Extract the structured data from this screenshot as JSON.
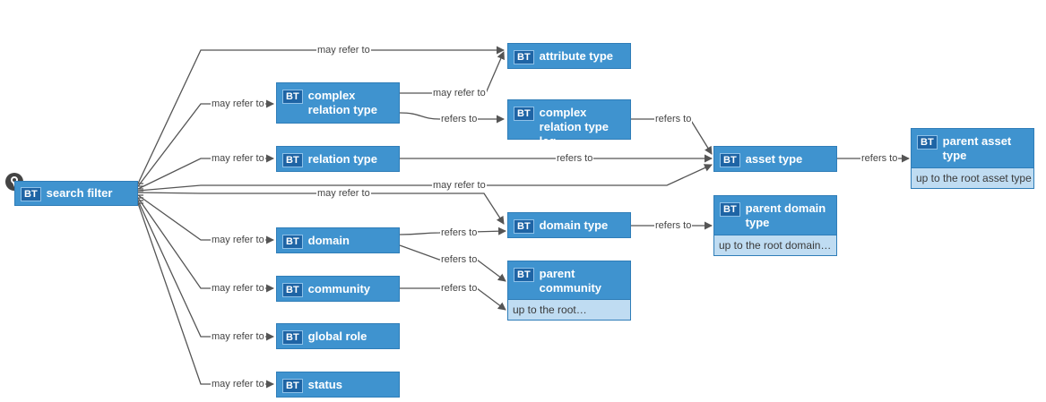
{
  "nodes": {
    "search_filter": {
      "badge": "BT",
      "title": "search filter"
    },
    "attribute_type": {
      "badge": "BT",
      "title": "attribute type"
    },
    "complex_relation_type": {
      "badge": "BT",
      "title": "complex relation type"
    },
    "complex_relation_type_leg": {
      "badge": "BT",
      "title": "complex relation type leg"
    },
    "relation_type": {
      "badge": "BT",
      "title": "relation type"
    },
    "asset_type": {
      "badge": "BT",
      "title": "asset type"
    },
    "parent_asset_type": {
      "badge": "BT",
      "title": "parent asset type",
      "note": "up to the root asset type"
    },
    "domain_type": {
      "badge": "BT",
      "title": "domain type"
    },
    "parent_domain_type": {
      "badge": "BT",
      "title": "parent domain type",
      "note": "up to the root domain…"
    },
    "domain": {
      "badge": "BT",
      "title": "domain"
    },
    "parent_community": {
      "badge": "BT",
      "title": "parent community",
      "note": "up to the root…"
    },
    "community": {
      "badge": "BT",
      "title": "community"
    },
    "global_role": {
      "badge": "BT",
      "title": "global role"
    },
    "status": {
      "badge": "BT",
      "title": "status"
    }
  },
  "edge_labels": {
    "may_refer_to": "may refer to",
    "refers_to": "refers to"
  }
}
